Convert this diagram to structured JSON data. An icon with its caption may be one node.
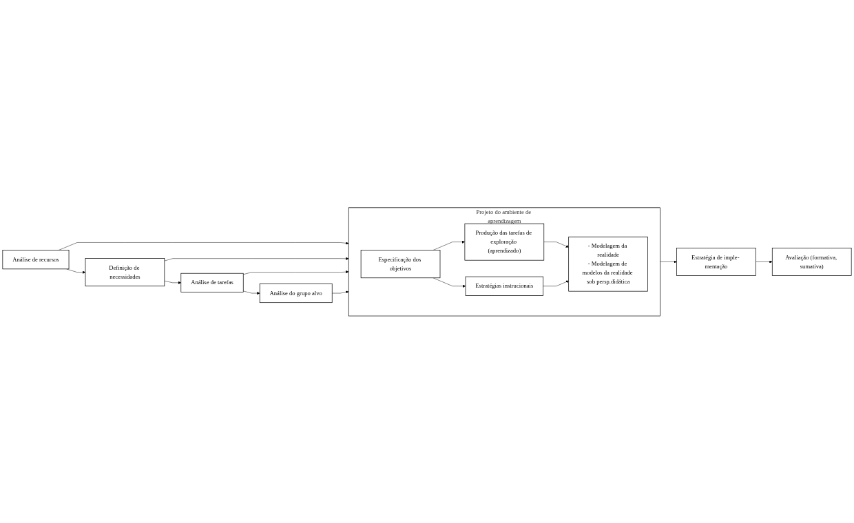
{
  "diagram": {
    "nodes": [
      {
        "text": [
          "Análise de recursos"
        ]
      },
      {
        "text": [
          "Definição de necessidades"
        ]
      },
      {
        "text": [
          "Análise de tarefas"
        ]
      },
      {
        "text": [
          "Análise do grupo alvo"
        ]
      },
      {
        "text": [
          "Projeto do ambiente de aprendizagem"
        ]
      },
      {
        "text": [
          "Especificação dos objetivos"
        ],
        "in": 4
      },
      {
        "text": [
          "Produção das tarefas de exploração (aprendizado)"
        ],
        "in": 4
      },
      {
        "text": [
          "Estratégias instrucionais"
        ],
        "in": 4
      },
      {
        "text": [
          "- Modelagem da realidade",
          "- Modelagem de modelos da realidade sob persp.didática"
        ],
        "in": 4
      },
      {
        "text": [
          "Estratégia de imple- mentação"
        ]
      },
      {
        "text": [
          "Avaliação (formativa, sumativa)"
        ]
      }
    ],
    "edges": [
      {
        "from": 0,
        "to": 4,
        "arrow": "to"
      },
      {
        "from": 0,
        "to": 1,
        "arrow": "to"
      },
      {
        "from": 1,
        "to": 4,
        "arrow": "to"
      },
      {
        "from": 1,
        "to": 2,
        "arrow": "to"
      },
      {
        "from": 2,
        "to": 4,
        "arrow": "to"
      },
      {
        "from": 2,
        "to": 3,
        "arrow": "to"
      },
      {
        "from": 3,
        "to": 4,
        "arrow": "to"
      },
      {
        "from": 5,
        "to": 6,
        "arrow": "to"
      },
      {
        "from": 5,
        "to": 7,
        "arrow": "to"
      },
      {
        "from": 6,
        "to": 8,
        "arrow": "to"
      },
      {
        "from": 7,
        "to": 8,
        "arrow": "to"
      },
      {
        "from": 4,
        "to": 9,
        "arrow": "to"
      },
      {
        "from": 9,
        "to": 10,
        "arrow": "to"
      }
    ]
  }
}
